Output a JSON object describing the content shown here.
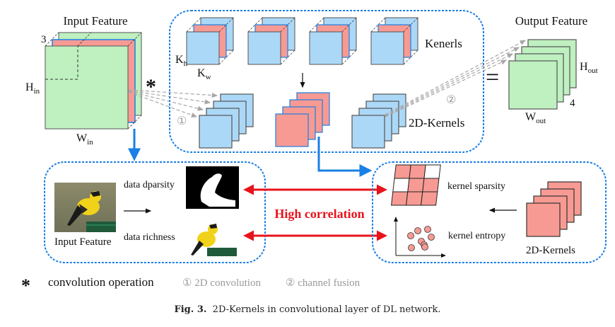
{
  "figure": {
    "input_feature": {
      "title": "Input Feature",
      "channels_label": "3",
      "height_label": "H",
      "height_sub": "in",
      "width_label": "W",
      "width_sub": "in",
      "channel_colors": [
        "#bff0c0",
        "#f79a93",
        "#bff0c0"
      ]
    },
    "operator_symbol": "*",
    "equals_symbol": "=",
    "kernels_box": {
      "kernels_label": "Kenerls",
      "kh_label": "K",
      "kh_sub": "h",
      "kw_label": "K",
      "kw_sub": "w",
      "kernel_count": 4,
      "kernel_depth": 3,
      "twod_kernels_label": "2D-Kernels",
      "step1_marker": "①",
      "step2_marker": "②"
    },
    "output_feature": {
      "title": "Output Feature",
      "height_label": "H",
      "height_sub": "out",
      "width_label": "W",
      "width_sub": "out",
      "channels_label": "4"
    },
    "data_box": {
      "image_label": "Input Feature",
      "sparsity_label": "data dparsity",
      "richness_label": "data richness"
    },
    "correlation_label": "High correlation",
    "kernel_box": {
      "sparsity_label": "kernel sparsity",
      "entropy_label": "kernel entropy",
      "kernels_label": "2D-Kernels",
      "sparsity_grid": [
        [
          1,
          1,
          0
        ],
        [
          0,
          1,
          1
        ],
        [
          1,
          1,
          1
        ]
      ]
    },
    "legend": {
      "symbol": "*",
      "conv_label": "convolution operation",
      "step1": "① 2D convolution",
      "step2": "② channel fusion"
    },
    "caption": {
      "prefix": "Fig. 3.",
      "text": "2D-Kernels in convolutional layer of DL network."
    },
    "colors": {
      "green": "#bff0c0",
      "red": "#f79a93",
      "blue": "#acd8f7",
      "accent_blue": "#1a7fe6",
      "correlation_red": "#e8131b",
      "grey_dash": "#a8a8a8"
    }
  }
}
